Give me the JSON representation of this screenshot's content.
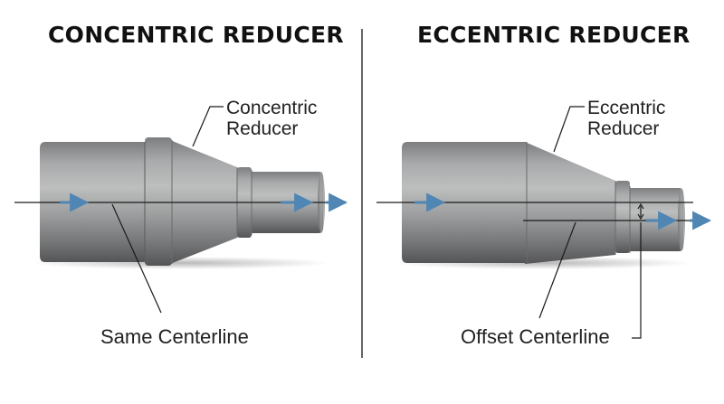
{
  "panels": [
    {
      "title": "CONCENTRIC REDUCER",
      "callout_line1": "Concentric",
      "callout_line2": "Reducer",
      "bottom_label": "Same Centerline"
    },
    {
      "title": "ECCENTRIC REDUCER",
      "callout_line1": "Eccentric",
      "callout_line2": "Reducer",
      "bottom_label": "Offset Centerline"
    }
  ],
  "colors": {
    "arrow": "#4f86b3",
    "metal_light": "#b4b5b5",
    "metal_mid": "#8e8f90",
    "metal_dark": "#5c5d5e",
    "line": "#1a1a1a"
  }
}
